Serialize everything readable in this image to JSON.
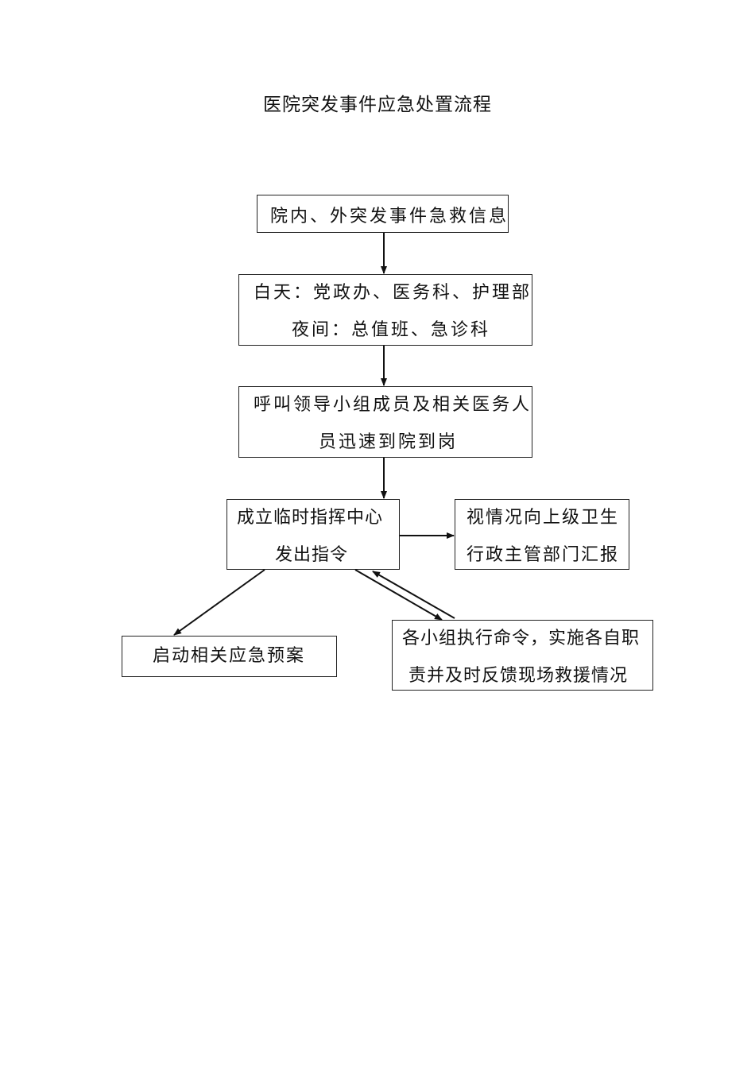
{
  "title": "医院突发事件应急处置流程",
  "nodes": {
    "info": {
      "lines": [
        "院内、外突发事件急救信息"
      ]
    },
    "notify": {
      "lines": [
        "白天：党政办、医务科、护理部",
        "夜间：总值班、急诊科"
      ]
    },
    "call": {
      "lines": [
        "呼叫领导小组成员及相关医务人",
        "员迅速到院到岗"
      ]
    },
    "command": {
      "lines": [
        "成立临时指挥中心",
        "发出指令"
      ]
    },
    "report": {
      "lines": [
        "视情况向上级卫生",
        "行政主管部门汇报"
      ]
    },
    "plan": {
      "lines": [
        "启动相关应急预案"
      ]
    },
    "execute": {
      "lines": [
        "各小组执行命令，实施各自职",
        "责并及时反馈现场救援情况"
      ]
    }
  }
}
